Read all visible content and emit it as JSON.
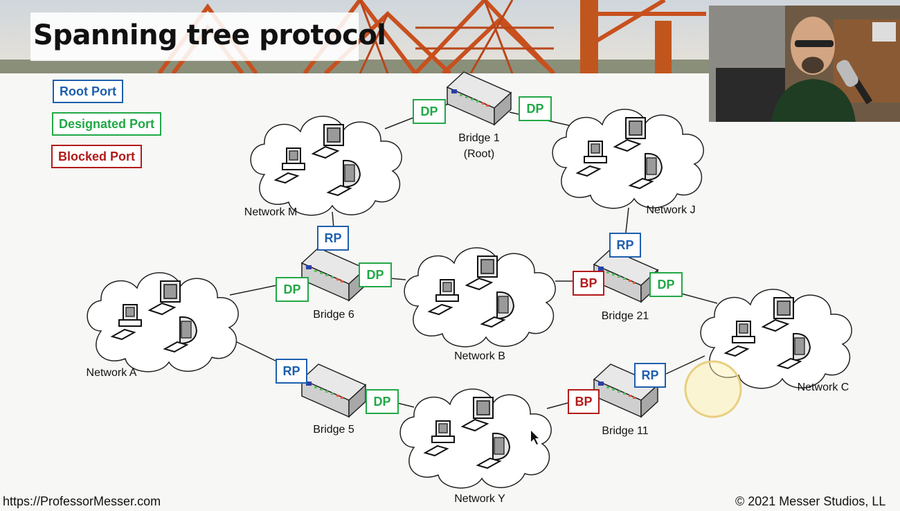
{
  "title": "Spanning tree protocol",
  "legend": {
    "root_port": "Root Port",
    "designated_port": "Designated Port",
    "blocked_port": "Blocked Port"
  },
  "bridges": {
    "b1": {
      "name": "Bridge 1",
      "sub": "(Root)"
    },
    "b6": {
      "name": "Bridge 6"
    },
    "b21": {
      "name": "Bridge 21"
    },
    "b5": {
      "name": "Bridge 5"
    },
    "b11": {
      "name": "Bridge 11"
    }
  },
  "networks": {
    "m": "Network M",
    "j": "Network J",
    "a": "Network A",
    "b": "Network B",
    "c": "Network C",
    "y": "Network Y"
  },
  "ports": {
    "dp": "DP",
    "rp": "RP",
    "bp": "BP"
  },
  "footer": {
    "left": "https://ProfessorMesser.com",
    "right": "© 2021 Messer Studios, LL"
  },
  "colors": {
    "root": "#1d5fae",
    "designated": "#21a846",
    "blocked": "#b31a1a"
  }
}
